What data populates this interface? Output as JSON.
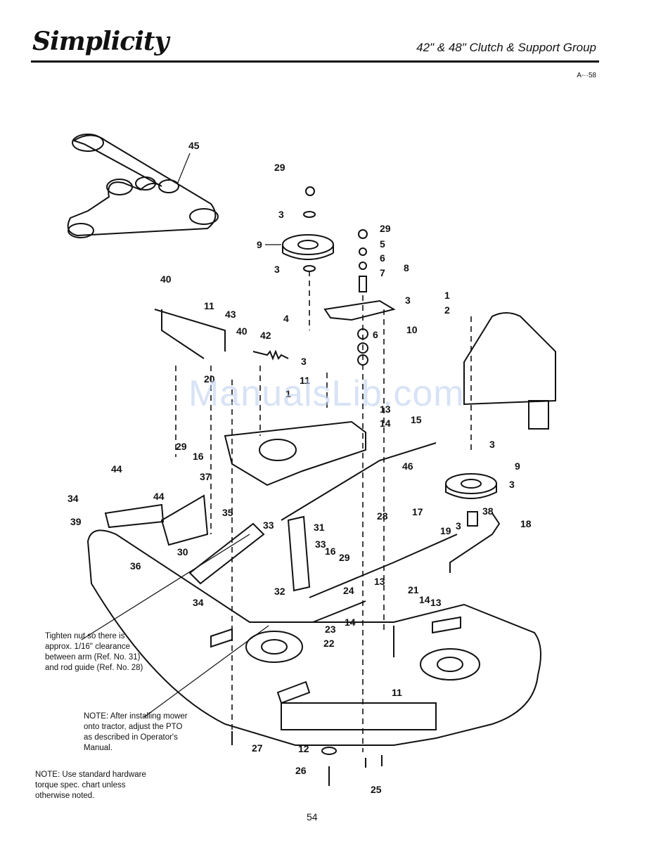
{
  "header": {
    "brand": "Simplicity",
    "title": "42\" & 48\" Clutch & Support Group",
    "drawing_code": "A-··58"
  },
  "watermark": "ManualsLib.com",
  "notes": {
    "clearance": "Tighten nut so there is\napprox. 1/16\" clearance\nbetween arm (Ref. No. 31)\nand rod guide (Ref. No. 28)",
    "pto": "NOTE: After installing mower\nonto tractor, adjust the PTO\nas described in Operator's\nManual.",
    "torque": "NOTE: Use standard hardware\ntorque spec. chart unless\notherwise noted."
  },
  "page_number": "54",
  "callouts": [
    "45",
    "29",
    "3",
    "9",
    "3",
    "29",
    "5",
    "6",
    "7",
    "8",
    "3",
    "10",
    "6",
    "4",
    "3",
    "11",
    "40",
    "11",
    "43",
    "40",
    "42",
    "20",
    "1",
    "13",
    "14",
    "15",
    "1",
    "2",
    "3",
    "9",
    "3",
    "38",
    "18",
    "46",
    "29",
    "16",
    "44",
    "37",
    "34",
    "44",
    "39",
    "35",
    "33",
    "31",
    "28",
    "17",
    "19",
    "3",
    "36",
    "30",
    "33",
    "16",
    "29",
    "34",
    "32",
    "13",
    "21",
    "14",
    "13",
    "24",
    "14",
    "23",
    "22",
    "11",
    "27",
    "12",
    "26",
    "25"
  ]
}
